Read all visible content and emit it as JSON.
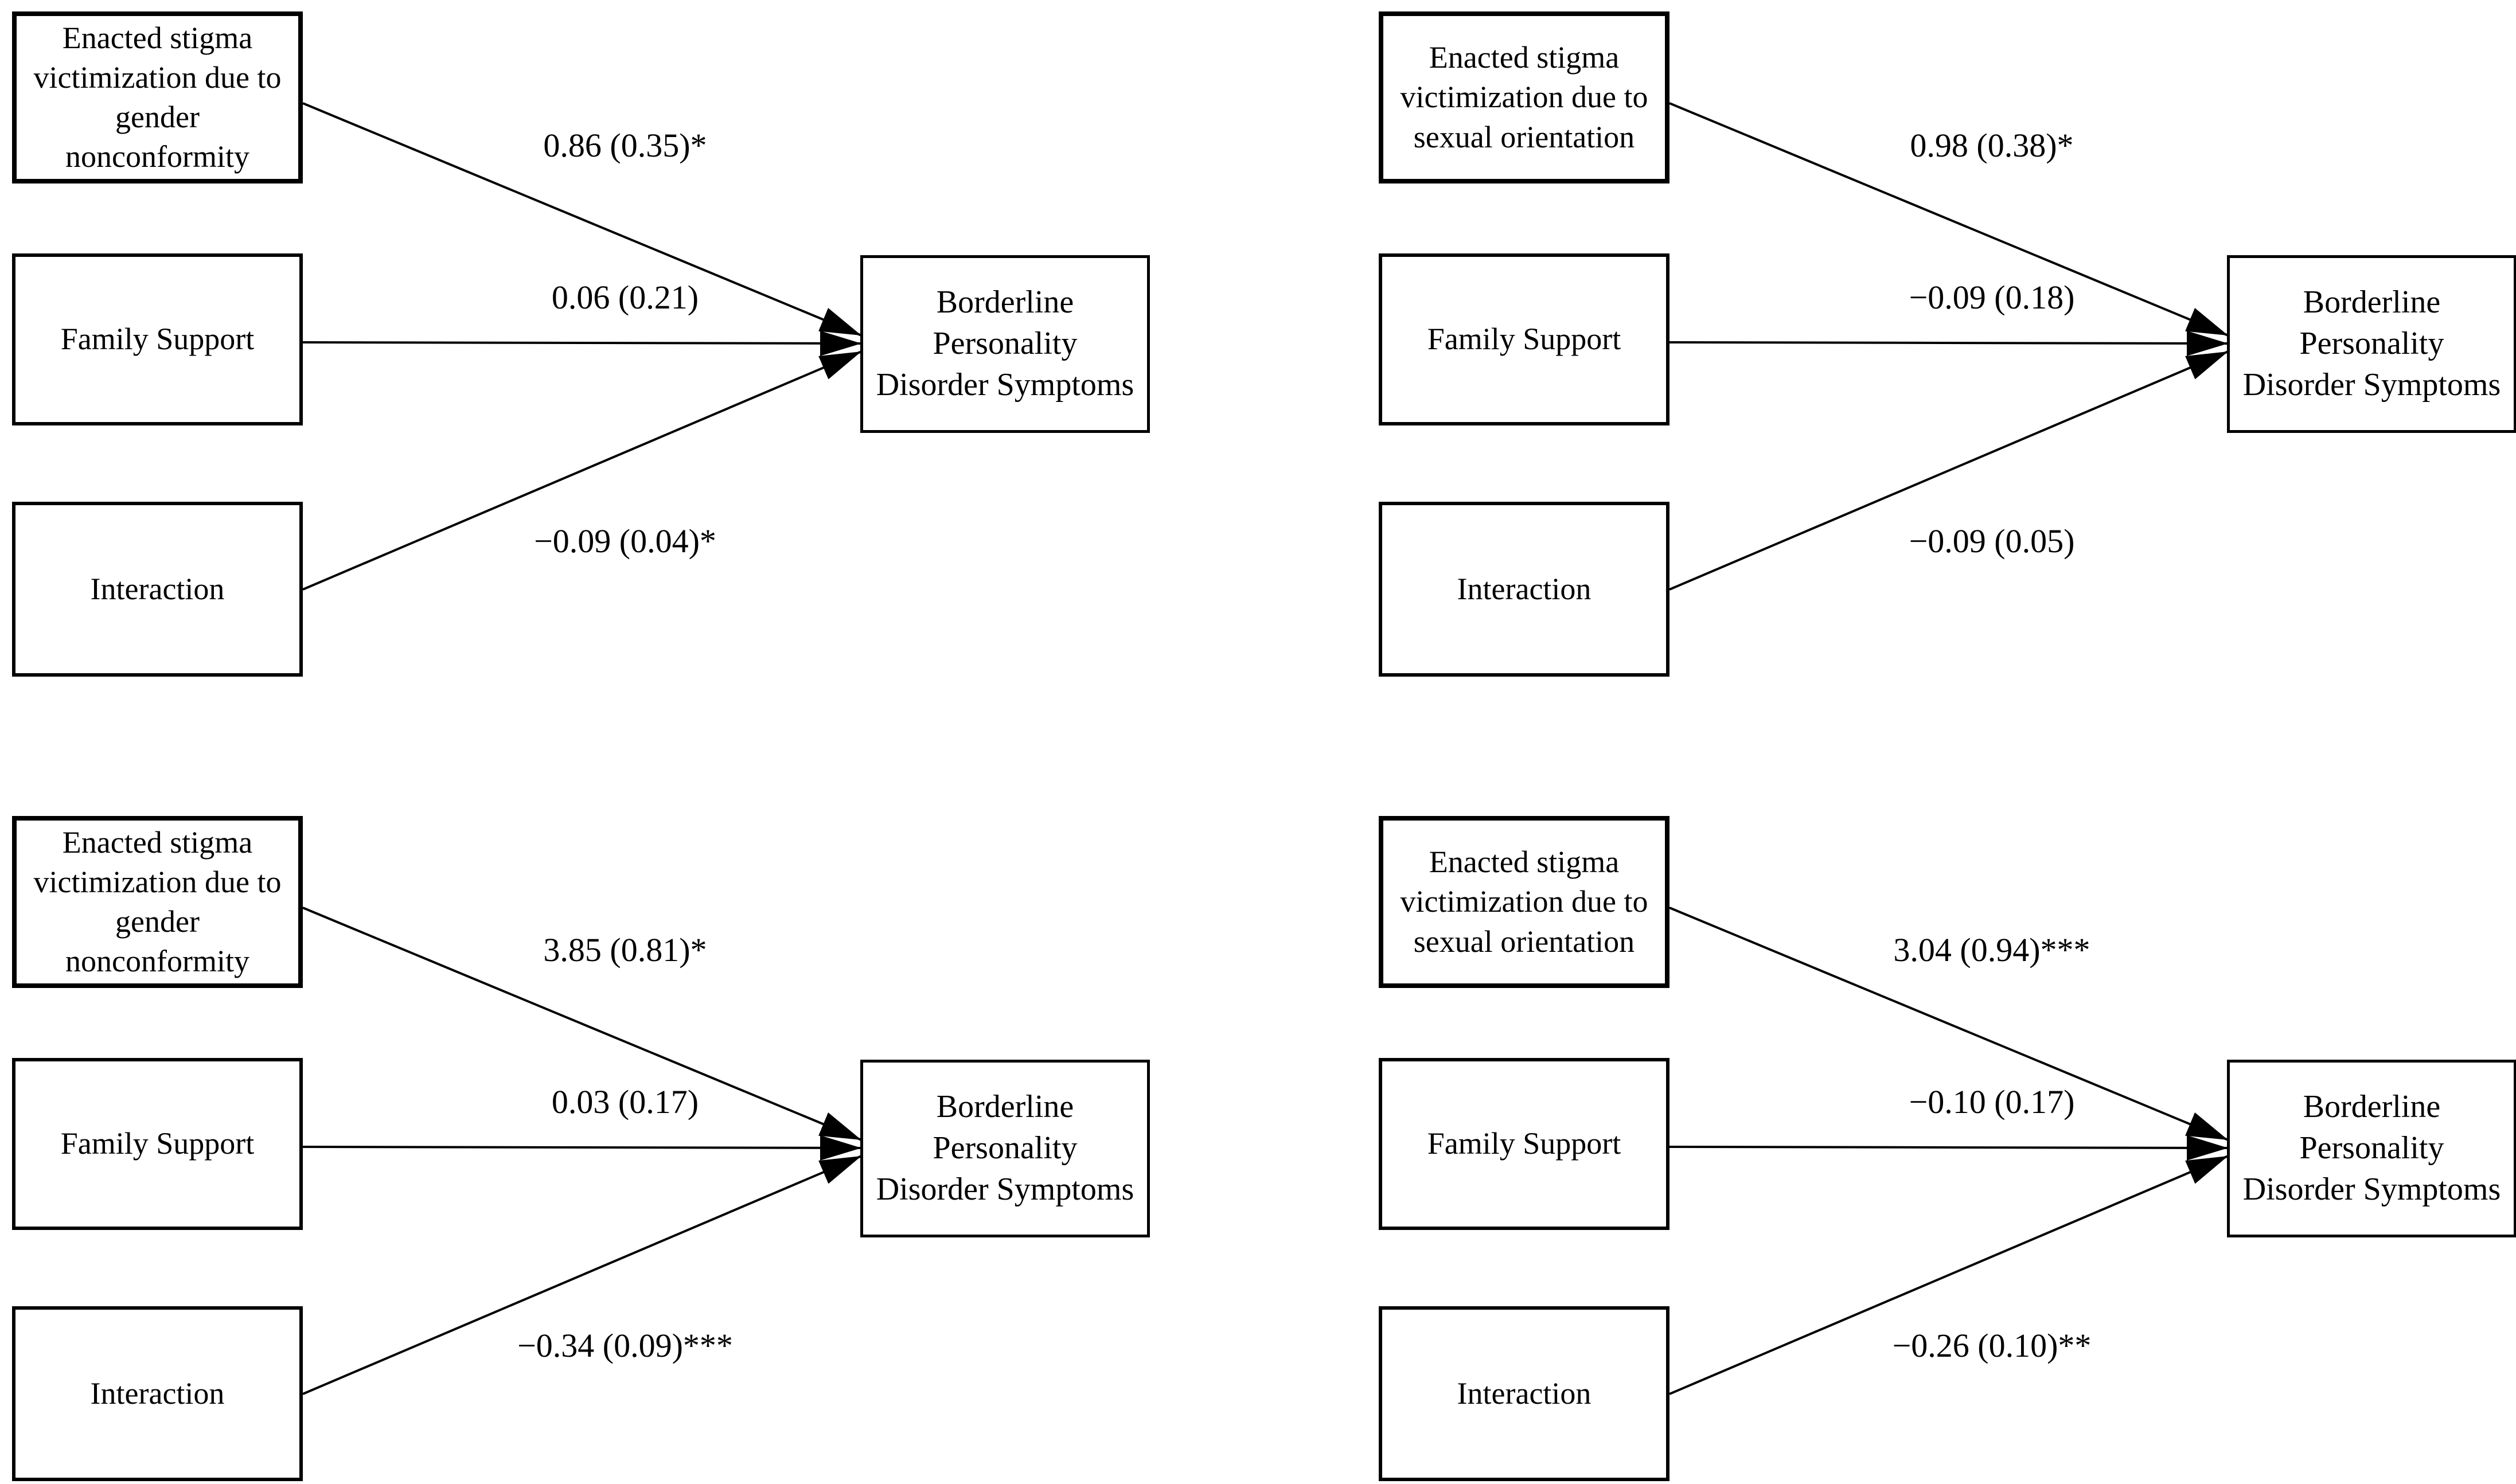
{
  "colors": {
    "ink": "#000000",
    "paper": "#ffffff"
  },
  "panels": [
    {
      "position": "top-left",
      "predictor1_lines": [
        "Enacted stigma",
        "victimization due to",
        "gender",
        "nonconformity"
      ],
      "predictor2_lines": [
        "Family Support"
      ],
      "predictor3_lines": [
        "Interaction"
      ],
      "outcome_lines": [
        "Borderline",
        "Personality",
        "Disorder Symptoms"
      ],
      "path1_coef": "0.86 (0.35)*",
      "path2_coef": "0.06 (0.21)",
      "path3_coef": "−0.09 (0.04)*"
    },
    {
      "position": "top-right",
      "predictor1_lines": [
        "Enacted stigma",
        "victimization due to",
        "sexual orientation"
      ],
      "predictor2_lines": [
        "Family Support"
      ],
      "predictor3_lines": [
        "Interaction"
      ],
      "outcome_lines": [
        "Borderline",
        "Personality",
        "Disorder Symptoms"
      ],
      "path1_coef": "0.98 (0.38)*",
      "path2_coef": "−0.09 (0.18)",
      "path3_coef": "−0.09 (0.05)"
    },
    {
      "position": "bottom-left",
      "predictor1_lines": [
        "Enacted stigma",
        "victimization due to",
        "gender",
        "nonconformity"
      ],
      "predictor2_lines": [
        "Family Support"
      ],
      "predictor3_lines": [
        "Interaction"
      ],
      "outcome_lines": [
        "Borderline",
        "Personality",
        "Disorder Symptoms"
      ],
      "path1_coef": "3.85 (0.81)*",
      "path2_coef": "0.03 (0.17)",
      "path3_coef": "−0.34 (0.09)***"
    },
    {
      "position": "bottom-right",
      "predictor1_lines": [
        "Enacted stigma",
        "victimization due to",
        "sexual orientation"
      ],
      "predictor2_lines": [
        "Family Support"
      ],
      "predictor3_lines": [
        "Interaction"
      ],
      "outcome_lines": [
        "Borderline",
        "Personality",
        "Disorder Symptoms"
      ],
      "path1_coef": "3.04 (0.94)***",
      "path2_coef": "−0.10 (0.17)",
      "path3_coef": "−0.26 (0.10)**"
    }
  ]
}
